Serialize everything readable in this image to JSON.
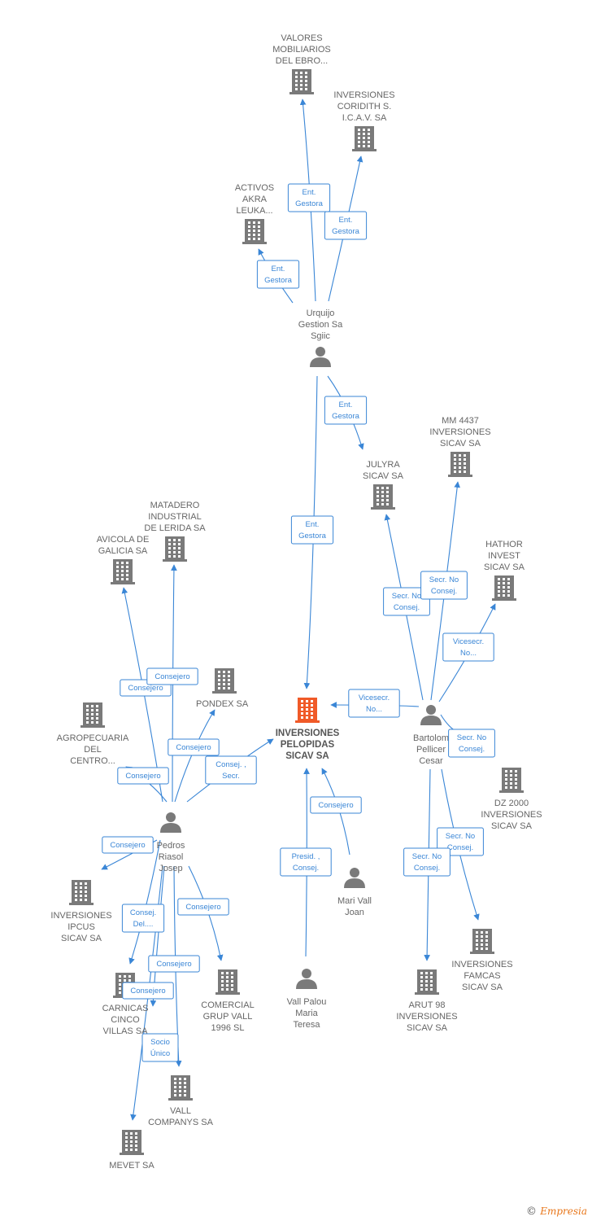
{
  "colors": {
    "edge": "#3a86d6",
    "company": "#7a7a7a",
    "main_company": "#f05a28",
    "person": "#7a7a7a"
  },
  "main_node_id": "pelopidas",
  "nodes": [
    {
      "id": "valores",
      "type": "company",
      "label": [
        "VALORES",
        "MOBILIARIOS",
        "DEL EBRO..."
      ]
    },
    {
      "id": "coridith",
      "type": "company",
      "label": [
        "INVERSIONES",
        "CORIDITH S.",
        "I.C.A.V. SA"
      ]
    },
    {
      "id": "activos",
      "type": "company",
      "label": [
        "ACTIVOS",
        "AKRA",
        "LEUKA..."
      ]
    },
    {
      "id": "urquijo",
      "type": "person",
      "label": [
        "Urquijo",
        "Gestion Sa",
        "Sgiic"
      ]
    },
    {
      "id": "julyra",
      "type": "company",
      "label": [
        "JULYRA",
        "SICAV SA"
      ]
    },
    {
      "id": "mm4437",
      "type": "company",
      "label": [
        "MM 4437",
        "INVERSIONES",
        "SICAV SA"
      ]
    },
    {
      "id": "hathor",
      "type": "company",
      "label": [
        "HATHOR",
        "INVEST",
        "SICAV SA"
      ]
    },
    {
      "id": "matadero",
      "type": "company",
      "label": [
        "MATADERO",
        "INDUSTRIAL",
        "DE LERIDA SA"
      ]
    },
    {
      "id": "avicola",
      "type": "company",
      "label": [
        "AVICOLA DE",
        "GALICIA SA"
      ]
    },
    {
      "id": "pondex",
      "type": "company",
      "label": [
        "PONDEX SA"
      ]
    },
    {
      "id": "agropecuaria",
      "type": "company",
      "label": [
        "AGROPECUARIA",
        "DEL",
        "CENTRO..."
      ]
    },
    {
      "id": "pelopidas",
      "type": "main",
      "label": [
        "INVERSIONES",
        "PELOPIDAS",
        "SICAV SA"
      ]
    },
    {
      "id": "bartolome",
      "type": "person",
      "label": [
        "Bartolom",
        "Pellicer",
        "Cesar"
      ]
    },
    {
      "id": "dz2000",
      "type": "company",
      "label": [
        "DZ 2000",
        "INVERSIONES",
        "SICAV SA"
      ]
    },
    {
      "id": "pedros",
      "type": "person",
      "label": [
        "Pedros",
        "Riasol",
        "Josep"
      ]
    },
    {
      "id": "ipcus",
      "type": "company",
      "label": [
        "INVERSIONES",
        "IPCUS",
        "SICAV SA"
      ]
    },
    {
      "id": "marivall",
      "type": "person",
      "label": [
        "Mari Vall",
        "Joan"
      ]
    },
    {
      "id": "famcas",
      "type": "company",
      "label": [
        "INVERSIONES",
        "FAMCAS",
        "SICAV SA"
      ]
    },
    {
      "id": "carnicas",
      "type": "company",
      "label": [
        "CARNICAS",
        "CINCO",
        "VILLAS SA"
      ]
    },
    {
      "id": "comercial",
      "type": "company",
      "label": [
        "COMERCIAL",
        "GRUP VALL",
        "1996 SL"
      ]
    },
    {
      "id": "vallpalou",
      "type": "person",
      "label": [
        "Vall Palou",
        "Maria",
        "Teresa"
      ]
    },
    {
      "id": "arut98",
      "type": "company",
      "label": [
        "ARUT 98",
        "INVERSIONES",
        "SICAV SA"
      ]
    },
    {
      "id": "vallcompanys",
      "type": "company",
      "label": [
        "VALL",
        "COMPANYS SA"
      ]
    },
    {
      "id": "mevet",
      "type": "company",
      "label": [
        "MEVET SA"
      ]
    }
  ],
  "edges": [
    {
      "label": [
        "Ent.",
        "Gestora"
      ]
    },
    {
      "label": [
        "Ent.",
        "Gestora"
      ]
    },
    {
      "label": [
        "Ent.",
        "Gestora"
      ]
    },
    {
      "label": [
        "Ent.",
        "Gestora"
      ]
    },
    {
      "label": [
        "Ent.",
        "Gestora"
      ]
    },
    {
      "label": [
        "Secr. No",
        "Consej."
      ]
    },
    {
      "label": [
        "Secr. No",
        "Consej."
      ]
    },
    {
      "label": [
        "Vicesecr.",
        "No..."
      ]
    },
    {
      "label": [
        "Vicesecr.",
        "No..."
      ]
    },
    {
      "label": [
        "Secr. No",
        "Consej."
      ]
    },
    {
      "label": [
        "Secr. No",
        "Consej."
      ]
    },
    {
      "label": [
        "Secr. No",
        "Consej."
      ]
    },
    {
      "label": [
        "Consejero"
      ]
    },
    {
      "label": [
        "Consejero"
      ]
    },
    {
      "label": [
        "Consejero"
      ]
    },
    {
      "label": [
        "Consejero"
      ]
    },
    {
      "label": [
        "Consej. ,",
        "Secr."
      ]
    },
    {
      "label": [
        "Consejero"
      ]
    },
    {
      "label": [
        "Consej.",
        "Del...."
      ]
    },
    {
      "label": [
        "Consejero"
      ]
    },
    {
      "label": [
        "Consejero"
      ]
    },
    {
      "label": [
        "Consejero"
      ]
    },
    {
      "label": [
        "Socio",
        "Único"
      ]
    },
    {
      "label": [
        "Consejero"
      ]
    },
    {
      "label": [
        "Presid. ,",
        "Consej."
      ]
    }
  ],
  "footer": {
    "symbol": "©",
    "brand": "Empresia"
  }
}
